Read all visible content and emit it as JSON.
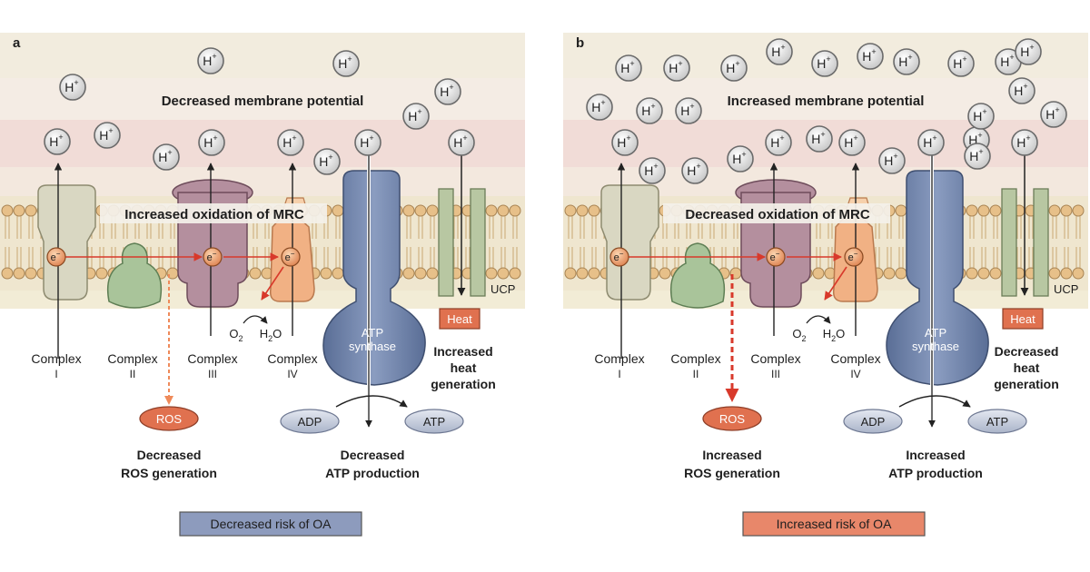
{
  "panels": [
    {
      "letter": "a",
      "membrane_potential": "Decreased membrane potential",
      "oxidation": "Increased oxidation of MRC",
      "heat_generation": [
        "Increased",
        "heat",
        "generation"
      ],
      "ros_generation": [
        "Decreased",
        "ROS generation"
      ],
      "atp_production": [
        "Decreased",
        "ATP production"
      ],
      "risk": "Decreased risk of OA",
      "risk_color": "#8d9bbd"
    },
    {
      "letter": "b",
      "membrane_potential": "Increased membrane potential",
      "oxidation": "Decreased oxidation of MRC",
      "heat_generation": [
        "Decreased",
        "heat",
        "generation"
      ],
      "ros_generation": [
        "Increased",
        "ROS generation"
      ],
      "atp_production": [
        "Increased",
        "ATP production"
      ],
      "risk": "Increased risk of OA",
      "risk_color": "#e8876a"
    }
  ],
  "labels": {
    "proton": "H",
    "proton_charge": "+",
    "electron": "e",
    "electron_charge": "−",
    "oxygen": "O",
    "oxygen_sub": "2",
    "water_h": "H",
    "water_sub": "2",
    "water_o": "O",
    "complex_word": "Complex",
    "complex_numerals": [
      "I",
      "II",
      "III",
      "IV"
    ],
    "atp_synthase_line1": "ATP",
    "atp_synthase_line2": "synthase",
    "ucp": "UCP",
    "heat": "Heat",
    "ros": "ROS",
    "adp": "ADP",
    "atp": "ATP"
  },
  "colors": {
    "complex1": "#d9d7c2",
    "complex2": "#a9c49a",
    "complex3": "#b48f9e",
    "complex4": "#f1b184",
    "atp_synthase": "#6b80a8",
    "ucp": "#b8c7a2",
    "heat": "#e0714f",
    "ros": "#e0714f",
    "electron_path": "#d8392b",
    "membrane_head": "#e7c089",
    "band_top": "#f2ecde",
    "band_pink": "#f1dcd7",
    "band_lower": "#f2ecd6"
  }
}
